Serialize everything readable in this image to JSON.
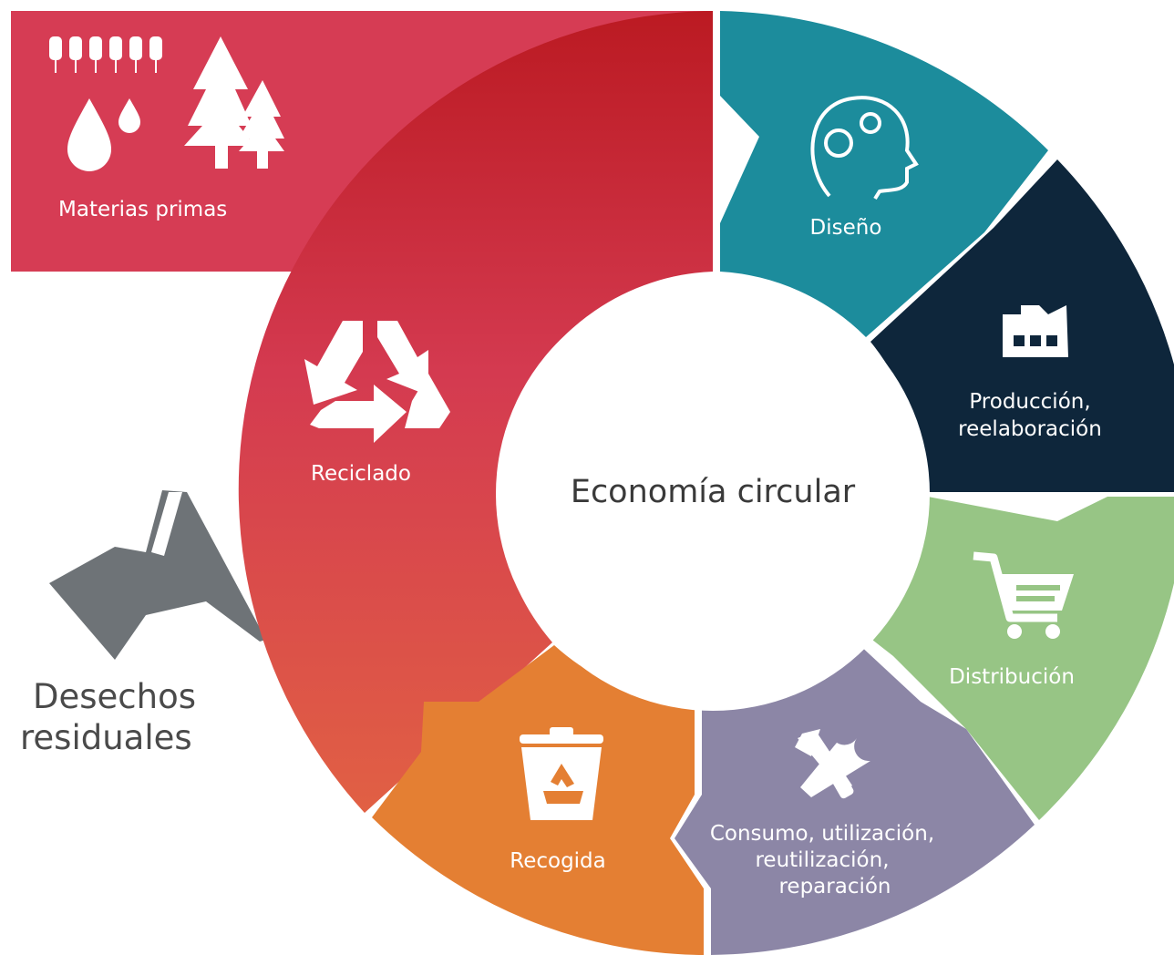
{
  "center": {
    "title": "Economía circular"
  },
  "raw_materials": {
    "label": "Materias primas",
    "color": "#d63c54"
  },
  "segments": {
    "diseno": {
      "label": "Diseño",
      "color": "#1c8c9c",
      "icon": "head-gears-icon"
    },
    "produccion": {
      "line1": "Producción,",
      "line2": "reelaboración",
      "color": "#0e263b",
      "icon": "factory-icon"
    },
    "distribucion": {
      "label": "Distribución",
      "color": "#97c585",
      "icon": "shopping-cart-icon"
    },
    "consumo": {
      "line1": "Consumo, utilización,",
      "line2": "reutilización,",
      "line3": "reparación",
      "color": "#8c86a6",
      "icon": "tools-icon"
    },
    "recogida": {
      "label": "Recogida",
      "color": "#e47f33",
      "icon": "recycle-bin-icon"
    },
    "reciclado": {
      "label": "Reciclado",
      "color_top": "#bb1a22",
      "color_bottom": "#df5e45",
      "icon": "recycle-icon"
    }
  },
  "waste": {
    "line1": "Desechos",
    "line2": "residuales",
    "color": "#6e7377"
  }
}
